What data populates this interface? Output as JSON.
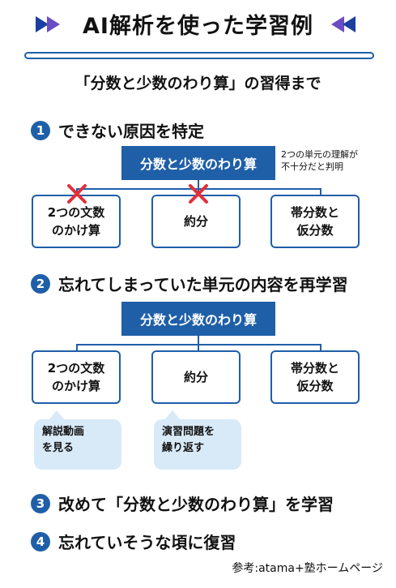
{
  "title": "AI解析を使った学習例",
  "subtitle": "「分数と少数のわり算」の習得まで",
  "steps": [
    {
      "num": "1",
      "text": "できない原因を特定"
    },
    {
      "num": "2",
      "text": "忘れてしまっていた単元の内容を再学習"
    },
    {
      "num": "3",
      "text": "改めて「分数と少数のわり算」を学習"
    },
    {
      "num": "4",
      "text": "忘れていそうな頃に復習"
    }
  ],
  "diagram": {
    "top_label": "分数と少数のわり算",
    "children": [
      "2つの文数\nのかけ算",
      "約分",
      "帯分数と\n仮分数"
    ]
  },
  "note": "2つの単元の理解が\n不十分だと判明",
  "bubbles": [
    "解説動画\nを見る",
    "演習問題を\n繰り返す"
  ],
  "source": "参考:atama+塾ホームページ",
  "colors": {
    "accent": "#1f5fa8",
    "cross": "#e0303a",
    "bubble": "#d8eaf8"
  }
}
